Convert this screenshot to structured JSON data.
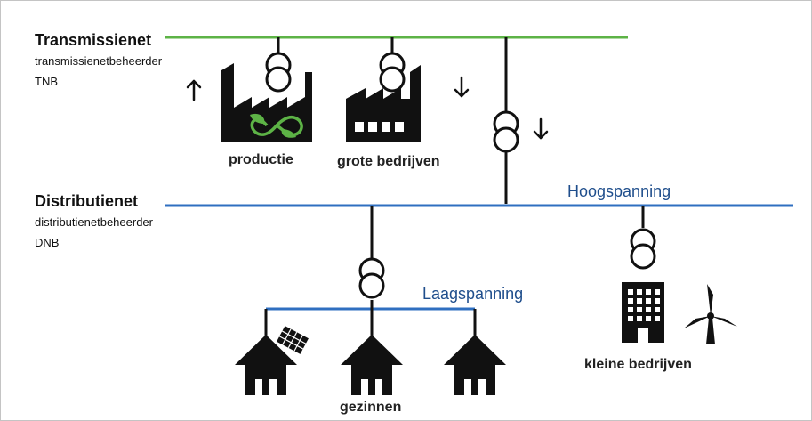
{
  "levels": {
    "transmission": {
      "title": "Transmissienet",
      "subtitle": "transmissienetbeheerder",
      "abbr": "TNB",
      "line_color": "#5db346"
    },
    "distribution": {
      "title": "Distributienet",
      "subtitle": "distributienetbeheerder",
      "abbr": "DNB",
      "line_color": "#2f6fc0"
    }
  },
  "voltage": {
    "high": "Hoogspanning",
    "low": "Laagspanning"
  },
  "consumers": {
    "production": "productie",
    "large_business": "grote bedrijven",
    "small_business": "kleine bedrijven",
    "households": "gezinnen"
  },
  "icons": {
    "up_arrow": "arrow-up-icon",
    "down_arrow": "arrow-down-icon",
    "transformer": "transformer-icon",
    "factory": "factory-icon",
    "house": "house-icon",
    "solar_panel": "solar-panel-icon",
    "office": "office-building-icon",
    "wind_turbine": "wind-turbine-icon"
  }
}
